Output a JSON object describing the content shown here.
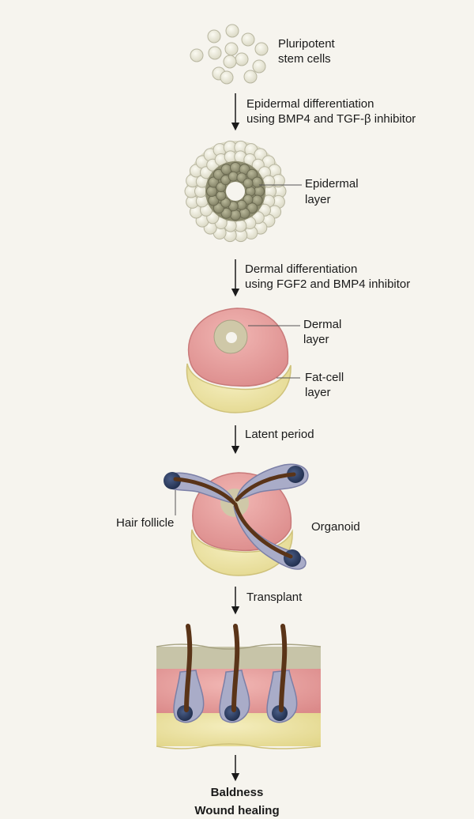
{
  "labels": {
    "stem_cells_line1": "Pluripotent",
    "stem_cells_line2": "stem cells",
    "step1_line1": "Epidermal differentiation",
    "step1_line2": "using BMP4 and TGF-β inhibitor",
    "epidermal_line1": "Epidermal",
    "epidermal_line2": "layer",
    "step2_line1": "Dermal differentiation",
    "step2_line2": "using FGF2 and BMP4 inhibitor",
    "dermal_line1": "Dermal",
    "dermal_line2": "layer",
    "fat_line1": "Fat-cell",
    "fat_line2": "layer",
    "step3": "Latent period",
    "hair_follicle": "Hair follicle",
    "organoid": "Organoid",
    "step4": "Transplant",
    "outcome1": "Baldness",
    "outcome2": "Wound healing"
  },
  "colors": {
    "background": "#f6f4ee",
    "stem_cell": "#e8e6d6",
    "epidermal_cell": "#9b9a7c",
    "dermal_pink": "#e8a0a0",
    "fat_yellow": "#ece3a2",
    "follicle_sheath": "#a9acc8",
    "follicle_bulb": "#2c3d63",
    "hair_shaft": "#5a3418",
    "skin_top": "#c7c4a8"
  }
}
